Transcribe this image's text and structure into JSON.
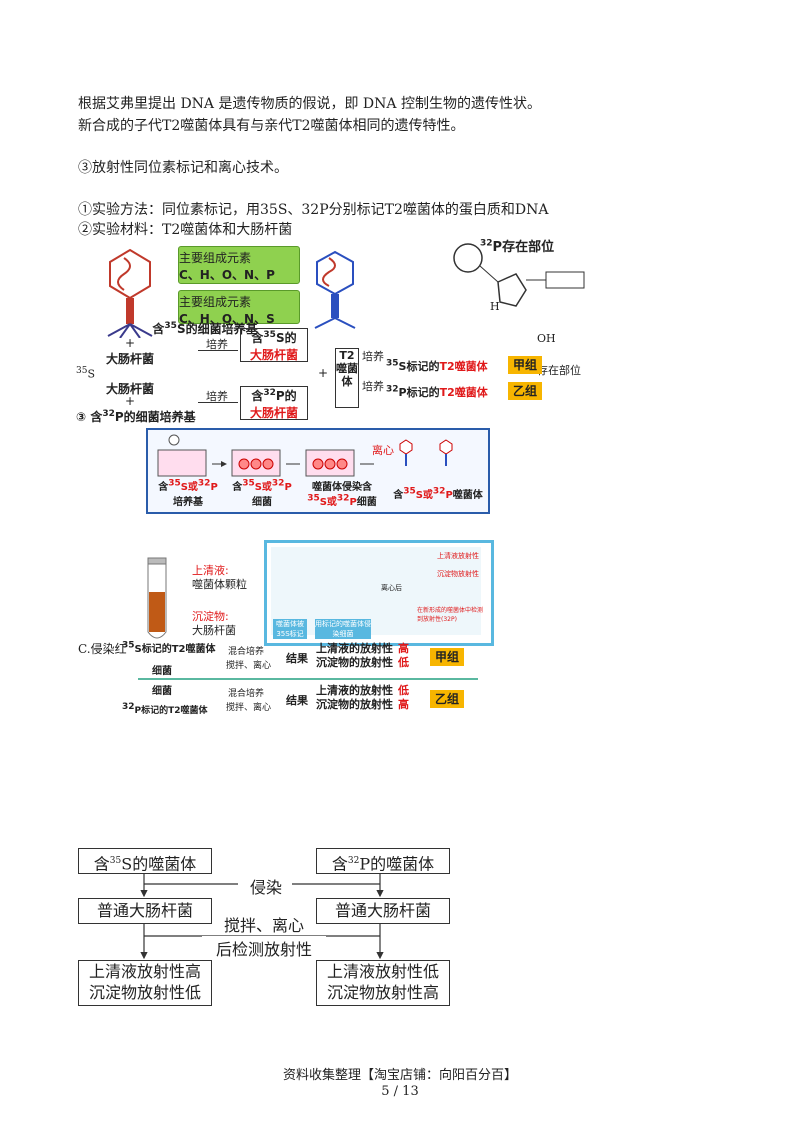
{
  "text": {
    "line1": "根据艾弗里提出 DNA 是遗传物质的假说，即 DNA 控制生物的遗传性状。",
    "line2": "新合成的子代T2噬菌体具有与亲代T2噬菌体相同的遗传特性。",
    "item3": "③放射性同位素标记和离心技术。",
    "method": "①实验方法：同位素标记，用35S、32P分别标记T2噬菌体的蛋白质和DNA",
    "material": "②实验材料：T2噬菌体和大肠杆菌"
  },
  "diagram1": {
    "green_title": "主要组成元素",
    "elements_p": "C、H、O、N、P",
    "elements_s": "C、H、O、N、S",
    "p_location": "存在部位",
    "s_side": "5",
    "oh": "OH",
    "h": "H",
    "right_note": "存在部位",
    "medium_s": "含35S的细菌培养基",
    "plus": "+",
    "ecoli": "大肠杆菌",
    "culture": "培养",
    "s_bact_top": "含35S的",
    "s_bact_bot": "大肠杆菌",
    "p_bact_top": "含32P的",
    "p_bact_bot": "大肠杆菌",
    "t2_box": "T2噬菌体",
    "s_label": "35S标记的",
    "p_label": "32P标记的",
    "t2": "T2噬菌体",
    "group_a": "甲组",
    "group_b": "乙组",
    "medium_p": "含32P的细菌培养基",
    "circle3": "③",
    "side_s": "35S"
  },
  "diagram2": {
    "step1": "含35S或32P培养基",
    "step2": "含35S或32P细菌",
    "step3": "噬菌体侵染含35S或32P细菌",
    "step4": "含35S或32P噬菌体",
    "centrifuge": "离心"
  },
  "diagram3": {
    "supernatant_label": "上清液:",
    "supernatant_content": "噬菌体颗粒",
    "sediment_label": "沉淀物:",
    "sediment_content": "大肠杆菌",
    "blue_box_labels": [
      "噬菌体被35S标记",
      "用标记的噬菌体侵染细菌",
      "离心后",
      "上清液放射性",
      "沉淀物放射性",
      "在新形成的噬菌体中检测到放射性(32P)"
    ]
  },
  "diagram4": {
    "prefix": "C.侵染红",
    "row1_left": "35S标记的T2噬菌体",
    "row1_bottom": "细菌",
    "row2_top": "细菌",
    "row2_left": "32P标记的T2噬菌体",
    "mix": "混合培养",
    "stir": "搅拌、离心",
    "result": "结果",
    "sup": "上清液的放射性",
    "sed": "沉淀物的放射性",
    "high": "高",
    "low": "低",
    "group_a": "甲组",
    "group_b": "乙组"
  },
  "flow": {
    "left_top": "含35S的噬菌体",
    "right_top": "含32P的噬菌体",
    "infect": "侵染",
    "left_mid": "普通大肠杆菌",
    "right_mid": "普通大肠杆菌",
    "stir": "搅拌、离心",
    "detect": "后检测放射性",
    "left_b1": "上清液放射性高",
    "left_b2": "沉淀物放射性低",
    "right_b1": "上清液放射性低",
    "right_b2": "沉淀物放射性高"
  },
  "footer": {
    "source": "资料收集整理【淘宝店铺：向阳百分百】",
    "page": "5 / 13"
  }
}
